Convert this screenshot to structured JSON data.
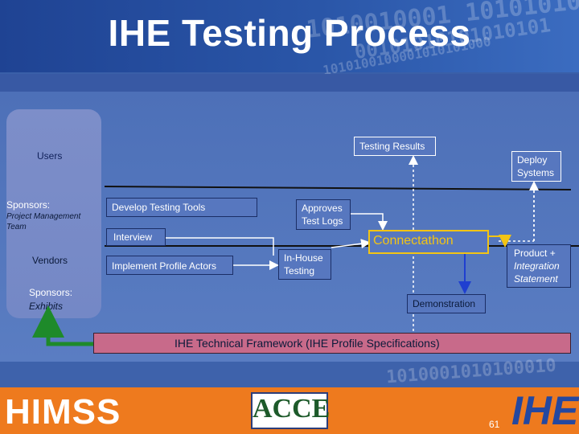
{
  "title": "IHE Testing Process",
  "left_column": {
    "users": "Users",
    "sponsors_1": "Sponsors:",
    "project_management": "Project Management",
    "team": "Team",
    "vendors": "Vendors",
    "sponsors_2": "Sponsors:",
    "exhibits": "Exhibits"
  },
  "nodes": {
    "testing_results": "Testing Results",
    "deploy_systems_1": "Deploy",
    "deploy_systems_2": "Systems",
    "develop_testing_tools": "Develop Testing Tools",
    "interview": "Interview",
    "implement_profile_actors": "Implement Profile Actors",
    "approves_1": "Approves",
    "approves_2": "Test Logs",
    "inhouse_1": "In-House",
    "inhouse_2": "Testing",
    "connectathon": "Connectathon",
    "product_1": "Product +",
    "product_2": "Integration",
    "product_3": "Statement",
    "demonstration": "Demonstration",
    "framework": "IHE Technical Framework (IHE Profile Specifications)"
  },
  "footer": {
    "himss_logo": "HIMSS",
    "acce_logo": "ACCE",
    "ihe_logo": "IHE",
    "page_number": "61"
  },
  "colors": {
    "header_blue": "#1f4393",
    "panel_blue": "#5a7dc2",
    "framework_pink": "#c86a8a",
    "connectathon_yellow": "#f2c414",
    "arrow_green": "#1e8a2a",
    "arrow_blue": "#1f3fd0",
    "footer_orange": "#ee7a1e"
  }
}
